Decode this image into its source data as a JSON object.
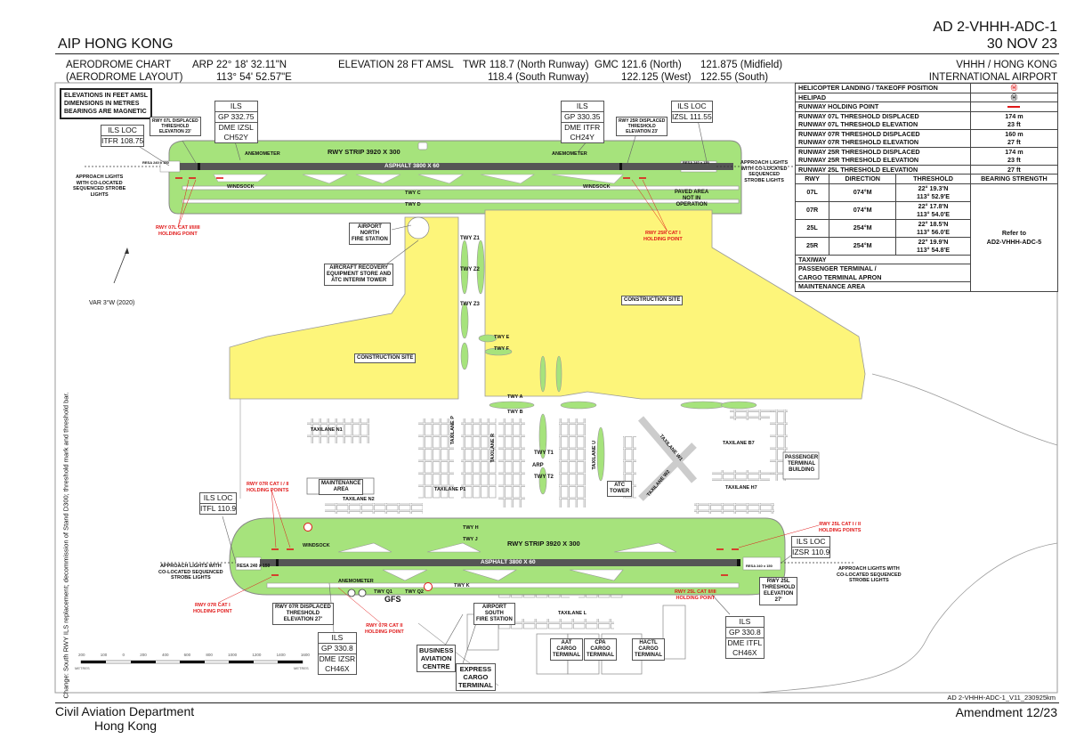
{
  "doc": {
    "id": "AD 2-VHHH-ADC-1",
    "date": "30 NOV 23",
    "publication": "AIP HONG KONG",
    "chart_title": "AERODROME CHART",
    "chart_subtitle": "(AERODROME LAYOUT)",
    "arp_label": "ARP",
    "arp_lat": "22° 18' 32.11\"N",
    "arp_lon": "113° 54' 52.57\"E",
    "elevation": "ELEVATION 28 FT AMSL",
    "twr_label": "TWR",
    "twr_north": "118.7 (North Runway)",
    "twr_south": "118.4 (South Runway)",
    "gmc_label": "GMC",
    "gmc_north": "121.6 (North)",
    "gmc_west": "122.125 (West)",
    "gmc_mid": "121.875 (Midfield)",
    "gmc_south": "122.55 (South)",
    "airport_code": "VHHH / HONG KONG",
    "airport_name": "INTERNATIONAL AIRPORT",
    "file_id": "AD 2-VHHH-ADC-1_V11_230925km",
    "authority": "Civil Aviation Department",
    "city": "Hong Kong",
    "amendment": "Amendment 12/23",
    "change_note": "Change:    South RWY ILS replacement; decommission of Stand D300; threshold mark and threshold bar."
  },
  "notes": {
    "l1": "ELEVATIONS IN FEET AMSL",
    "l2": "DIMENSIONS IN METRES",
    "l3": "BEARINGS ARE MAGNETIC"
  },
  "legend": {
    "heli_landing": "HELICOPTER LANDING / TAKEOFF POSITION",
    "helipad": "HELIPAD",
    "holding_point": "RUNWAY HOLDING POINT",
    "thresholds": [
      {
        "a": "RUNWAY 07L THRESHOLD DISPLACED",
        "b": "RUNWAY 07L THRESHOLD ELEVATION",
        "va": "174 m",
        "vb": "23 ft"
      },
      {
        "a": "RUNWAY 07R THRESHOLD DISPLACED",
        "b": "RUNWAY 07R THRESHOLD ELEVATION",
        "va": "160 m",
        "vb": "27 ft"
      },
      {
        "a": "RUNWAY 25R THRESHOLD DISPLACED",
        "b": "RUNWAY 25R THRESHOLD ELEVATION",
        "va": "174 m",
        "vb": "23 ft"
      }
    ],
    "t25l": "RUNWAY 25L THRESHOLD ELEVATION",
    "t25l_v": "27 ft",
    "cols": {
      "rwy": "RWY",
      "dir": "DIRECTION",
      "thr": "THRESHOLD",
      "bear": "BEARING STRENGTH"
    },
    "runways": [
      {
        "rwy": "07L",
        "dir": "074°M",
        "lat": "22° 19.3'N",
        "lon": "113° 52.9'E"
      },
      {
        "rwy": "07R",
        "dir": "074°M",
        "lat": "22° 17.8'N",
        "lon": "113° 54.0'E"
      },
      {
        "rwy": "25L",
        "dir": "254°M",
        "lat": "22° 18.5'N",
        "lon": "113° 56.0'E"
      },
      {
        "rwy": "25R",
        "dir": "254°M",
        "lat": "22° 19.9'N",
        "lon": "113° 54.8'E"
      }
    ],
    "bearing_1": "Refer to",
    "bearing_2": "AD2-VHHH-ADC-5",
    "taxiway": "TAXIWAY",
    "terminal_1": "PASSENGER TERMINAL /",
    "terminal_2": "CARGO TERMINAL APRON",
    "maintenance": "MAINTENANCE AREA",
    "colors": {
      "strip": "#a6e37c",
      "construction": "#fdf57a",
      "runway": "#555555",
      "holding": "#e01818"
    }
  },
  "nav": {
    "ils_loc_itfr": {
      "t": "ILS LOC",
      "v": "ITFR 108.75"
    },
    "ils_07l": {
      "t": "ILS",
      "a": "GP 332.75",
      "b": "DME IZSL",
      "c": "CH52Y"
    },
    "ils_25r": {
      "t": "ILS",
      "a": "GP 330.35",
      "b": "DME ITFR",
      "c": "CH24Y"
    },
    "ils_loc_izsl": {
      "t": "ILS LOC",
      "v": "IZSL 111.55"
    },
    "ils_loc_itfl": {
      "t": "ILS LOC",
      "v": "ITFL 110.9"
    },
    "ils_loc_izsr": {
      "t": "ILS LOC",
      "v": "IZSR 110.9"
    },
    "ils_07r": {
      "t": "ILS",
      "a": "GP 330.8",
      "b": "DME IZSR",
      "c": "CH46X"
    },
    "ils_25l": {
      "t": "ILS",
      "a": "GP 330.8",
      "b": "DME ITFL",
      "c": "CH46X"
    }
  },
  "labels": {
    "rwy_strip_n": "RWY STRIP 3920 X 300",
    "asphalt_n": "ASPHALT 3800 X 60",
    "rwy_strip_s": "RWY STRIP 3920 X 300",
    "asphalt_s": "ASPHALT 3800 X 60",
    "resa": "RESA 240 x 150",
    "anemometer": "ANEMOMETER",
    "windsock": "WINDSOCK",
    "twy_c": "TWY C",
    "twy_d": "TWY D",
    "twy_z1": "TWY Z1",
    "twy_z2": "TWY Z2",
    "twy_z3": "TWY Z3",
    "twy_e": "TWY E",
    "twy_f": "TWY F",
    "twy_a": "TWY A",
    "twy_b": "TWY B",
    "twy_h": "TWY H",
    "twy_j": "TWY J",
    "twy_k": "TWY K",
    "twy_q1": "TWY Q1",
    "twy_q2": "TWY Q2",
    "twy_t1": "TWY T1",
    "twy_t2": "TWY T2",
    "arp": "ARP",
    "approach_w": "APPROACH LIGHTS\nWITH CO-LOCATED\nSEQUENCED STROBE\nLIGHTS",
    "approach_e": "APPROACH LIGHTS\nWITH CO-LOCATED\nSEQUENCED\nSTROBE LIGHTS",
    "approach_sw": "APPROACH LIGHTS WITH\nCO-LOCATED SEQUENCED\nSTROBE LIGHTS",
    "approach_se": "APPROACH LIGHTS WITH\nCO-LOCATED SEQUENCED\nSTROBE LIGHTS",
    "disp_07l": "RWY 07L DISPLACED\nTHRESHOLD\nELEVATION 23'",
    "disp_25r": "RWY 25R DISPLACED\nTHRESHOLD\nELEVATION 23'",
    "disp_07r": "RWY 07R DISPLACED\nTHRESHOLD\nELEVATION 27'",
    "elev_25l": "RWY 25L\nTHRESHOLD\nELEVATION\n27'",
    "hp_07l": "RWY 07L CAT I/II/III\nHOLDING POINT",
    "hp_25r": "RWY 25R CAT I\nHOLDING POINT",
    "hp_07r_12": "RWY 07R CAT I / II\nHOLDING POINTS",
    "hp_07r_1": "RWY 07R CAT I\nHOLDING POINT",
    "hp_07r_2": "RWY 07R CAT II\nHOLDING POINT",
    "hp_25l_12": "RWY 25L CAT I / II\nHOLDING POINTS",
    "hp_25l_23": "RWY 25L CAT II/III\nHOLDING POINT",
    "paved": "PAVED AREA\nNOT IN\nOPERATION",
    "north_fire": "AIRPORT\nNORTH\nFIRE STATION",
    "recovery": "AIRCRAFT RECOVERY\nEQUIPMENT STORE AND\nATC INTERIM TOWER",
    "construction_1": "CONSTRUCTION SITE",
    "construction_2": "CONSTRUCTION SITE",
    "var": "VAR 3°W (2020)",
    "taxilane_n1": "TAXILANE N1",
    "taxilane_n2": "TAXILANE N2",
    "taxilane_p1": "TAXILANE P1",
    "taxilane_p": "TAXILANE P",
    "taxilane_r": "TAXILANE R",
    "taxilane_u": "TAXILANE U",
    "taxilane_b7": "TAXILANE B7",
    "taxilane_h7": "TAXILANE H7",
    "taxilane_l": "TAXILANE L",
    "taxilane_w1": "TAXILANE W1",
    "taxilane_w2": "TAXILANE W2",
    "maint": "MAINTENANCE\nAREA",
    "atc": "ATC\nTOWER",
    "pax": "PASSENGER\nTERMINAL\nBUILDING",
    "gfs": "GFS",
    "south_fire": "AIRPORT\nSOUTH\nFIRE STATION",
    "bac": "BUSINESS\nAVIATION\nCENTRE",
    "ect": "EXPRESS\nCARGO\nTERMINAL",
    "aat": "AAT\nCARGO\nTERMINAL",
    "cpa": "CPA\nCARGO\nTERMINAL",
    "hactl": "HACTL\nCARGO\nTERMINAL"
  },
  "scale": {
    "ticks": [
      "200",
      "100",
      "0",
      "200",
      "400",
      "600",
      "800",
      "1000",
      "1200",
      "1400",
      "1600"
    ],
    "unit": "METRES"
  }
}
